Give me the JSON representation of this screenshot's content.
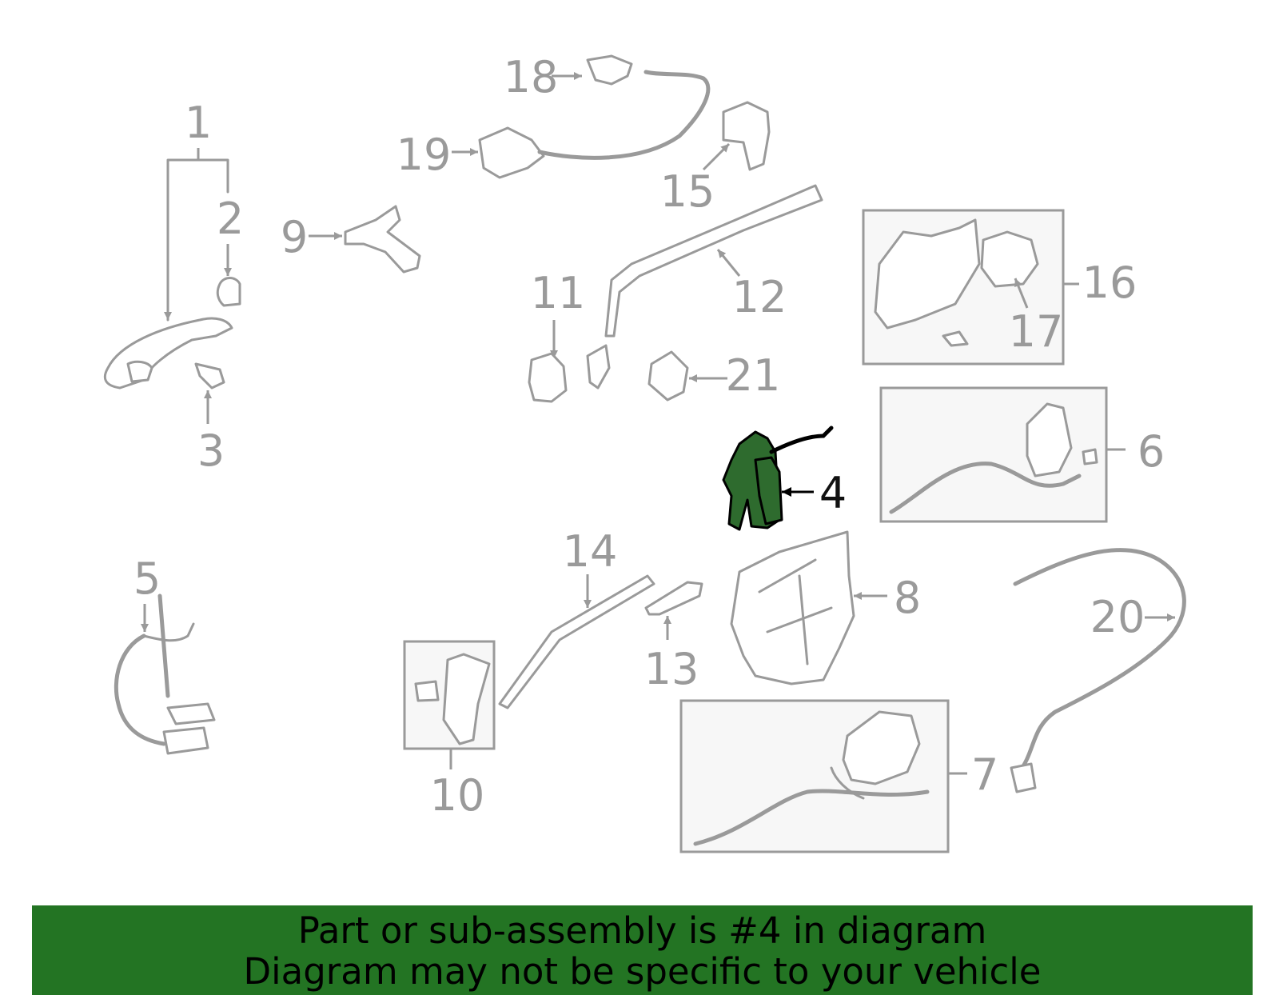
{
  "callouts": [
    "1",
    "2",
    "3",
    "4",
    "5",
    "6",
    "7",
    "8",
    "9",
    "10",
    "11",
    "12",
    "13",
    "14",
    "15",
    "16",
    "17",
    "18",
    "19",
    "20",
    "21"
  ],
  "highlighted_part": "4",
  "colors": {
    "highlight": "#2e6b2e",
    "banner": "#237423",
    "line": "#9a9a9a"
  },
  "banner": {
    "line1": "Part or sub-assembly is #4 in diagram",
    "line2": "Diagram may not be specific to your vehicle"
  }
}
